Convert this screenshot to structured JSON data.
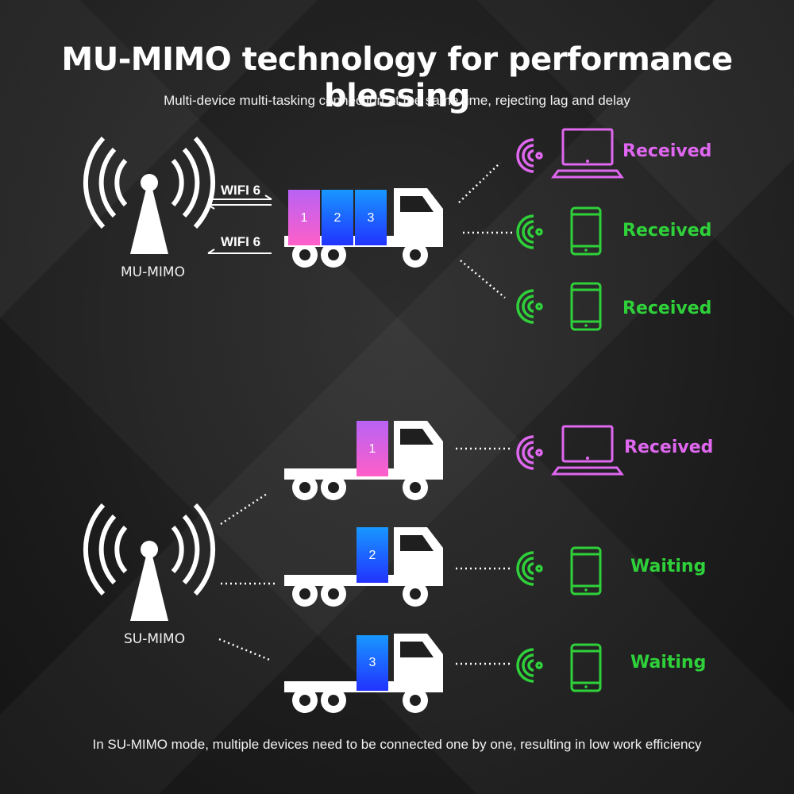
{
  "title": "MU-MIMO technology for performance blessing",
  "subtitle": "Multi-device multi-tasking connection at the same time, rejecting lag and delay",
  "footer": "In SU-MIMO mode, multiple devices need to be connected one by one, resulting in low work efficiency",
  "mu": {
    "tower_label": "MU-MIMO",
    "wifi_up": "WIFI 6",
    "wifi_down": "WIFI 6",
    "boxes": [
      "1",
      "2",
      "3"
    ],
    "devices": [
      {
        "type": "laptop-icon",
        "status": "Received",
        "color": "#e067f0"
      },
      {
        "type": "phone-icon",
        "status": "Received",
        "color": "#2fd13a"
      },
      {
        "type": "phone-icon",
        "status": "Received",
        "color": "#2fd13a"
      }
    ]
  },
  "su": {
    "tower_label": "SU-MIMO",
    "trucks": [
      {
        "box": "1",
        "device": "laptop-icon",
        "status": "Received",
        "color": "#e067f0"
      },
      {
        "box": "2",
        "device": "phone-icon",
        "status": "Waiting",
        "color": "#2fd13a"
      },
      {
        "box": "3",
        "device": "phone-icon",
        "status": "Waiting",
        "color": "#2fd13a"
      }
    ]
  },
  "colors": {
    "pink": "#e067f0",
    "green": "#2fd13a",
    "box_pink_gradient": [
      "#c560f0",
      "#ff66cc"
    ],
    "box_blue_gradient": [
      "#1a7fff",
      "#1e3cff"
    ]
  }
}
